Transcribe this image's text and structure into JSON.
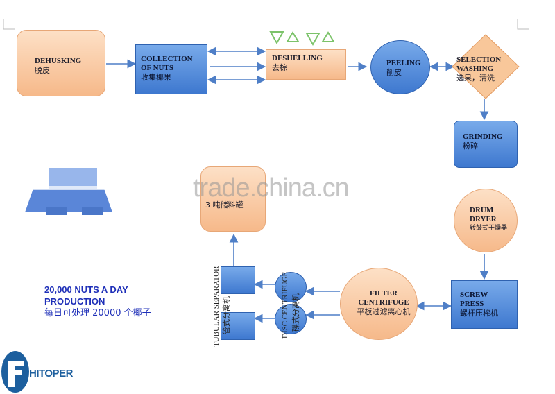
{
  "nodes": {
    "dehusking": {
      "en": "DEHUSKING",
      "zh": "脱皮"
    },
    "collection": {
      "en": "COLLECTION OF NUTS",
      "zh": "收集椰果"
    },
    "deshelling": {
      "en": "DESHELLING",
      "zh": "去棕"
    },
    "peeling": {
      "en": "PEELING",
      "zh": "削皮"
    },
    "selection": {
      "en": "SELECTION WASHING",
      "zh": "选果，清洗"
    },
    "grinding": {
      "en": "GRINDING",
      "zh": "粉碎"
    },
    "drum_dryer": {
      "en": "DRUM DRYER",
      "zh": "转鼓式干燥器"
    },
    "screw_press": {
      "en": "SCREW PRESS",
      "zh": "螺杆压榨机"
    },
    "filter_centrifuge": {
      "en": "FILTER CENTRIFUGE",
      "zh": "平板过滤离心机"
    },
    "disc_centrifuge": {
      "en": "DISC CENTRIFUGE",
      "zh": "碟式分离机"
    },
    "tubular_separator": {
      "en": "TUBULAR SEPARATOR",
      "zh": "管式分离机"
    },
    "storage_tank": {
      "en": "",
      "zh": "3 吨储料罐"
    }
  },
  "production": {
    "en": "20,000 NUTS A DAY PRODUCTION",
    "zh": "每日可处理 20000 个椰子"
  },
  "logo": {
    "text": "HITOPER",
    "icon": "hitoper-logo-icon"
  },
  "watermark": "trade.china.cn",
  "colors": {
    "arrow": "#4f7fc7",
    "peach": "#f6b98a",
    "blue": "#3e78cf",
    "production_text": "#1e2fb8",
    "triangles": "#8fd17f"
  }
}
